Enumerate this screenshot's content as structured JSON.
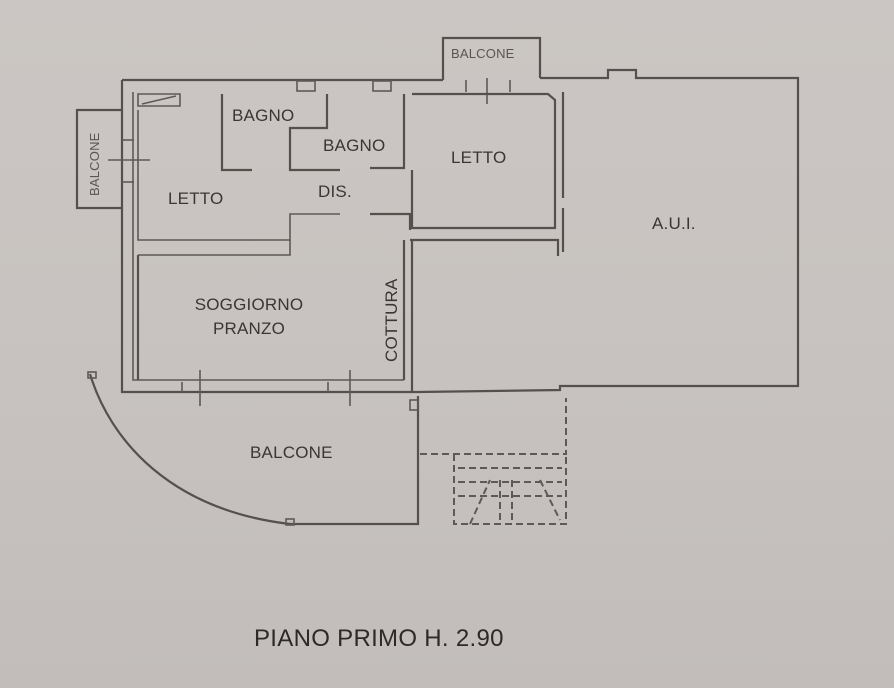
{
  "plan": {
    "title": "PIANO PRIMO H. 2.90",
    "rooms": {
      "balcone_left": "BALCONE",
      "balcone_top": "BALCONE",
      "bagno_1": "BAGNO",
      "bagno_2": "BAGNO",
      "letto_left": "LETTO",
      "letto_right": "LETTO",
      "dis": "DIS.",
      "aui": "A.U.I.",
      "soggiorno_line1": "SOGGIORNO",
      "soggiorno_line2": "PRANZO",
      "cottura": "COTTURA",
      "balcone_bottom": "BALCONE"
    },
    "colors": {
      "paper": "#c9c4c1",
      "ink": "#55504e",
      "text": "#3a3634"
    }
  }
}
